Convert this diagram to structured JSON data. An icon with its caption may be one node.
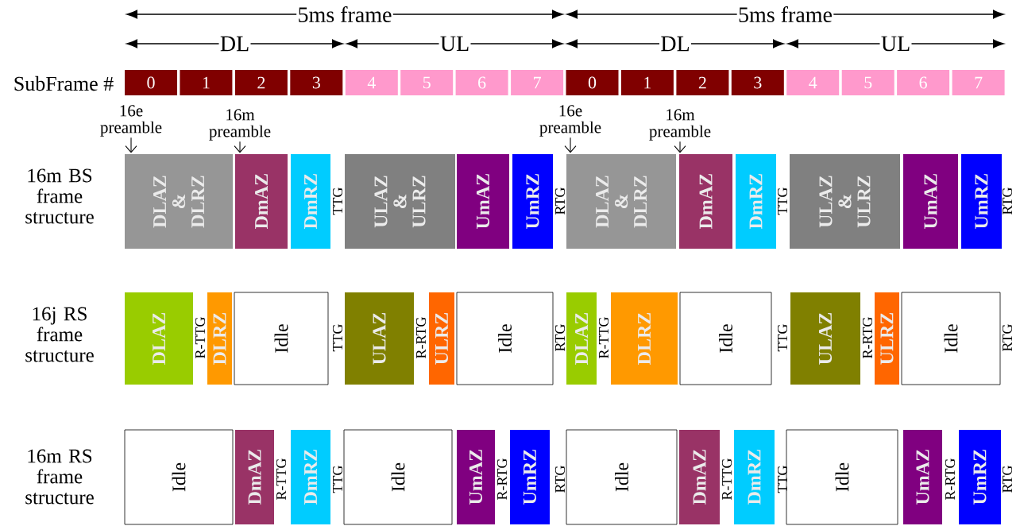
{
  "diagram": {
    "nodes": [
      {
        "text": [
          "0"
        ]
      },
      {
        "text": [
          "1"
        ]
      },
      {
        "text": [
          "2"
        ]
      },
      {
        "text": [
          "3"
        ]
      },
      {
        "text": [
          "4"
        ]
      },
      {
        "text": [
          "5"
        ]
      },
      {
        "text": [
          "6"
        ]
      },
      {
        "text": [
          "7"
        ]
      },
      {
        "text": [
          "0"
        ]
      },
      {
        "text": [
          "1"
        ]
      },
      {
        "text": [
          "2"
        ]
      },
      {
        "text": [
          "3"
        ]
      },
      {
        "text": [
          "4"
        ]
      },
      {
        "text": [
          "5"
        ]
      },
      {
        "text": [
          "6"
        ]
      },
      {
        "text": [
          "7"
        ]
      },
      {
        "text": [
          "16e preamble"
        ]
      },
      {
        "text": [
          "16m preamble"
        ]
      },
      {
        "text": [
          "16e preamble"
        ]
      },
      {
        "text": [
          "16m preamble"
        ]
      },
      {
        "text": [
          "DLAZ & DLRZ"
        ]
      },
      {
        "text": [
          "DmAZ"
        ]
      },
      {
        "text": [
          "DmRZ"
        ]
      },
      {
        "text": [
          "ULAZ & ULRZ"
        ]
      },
      {
        "text": [
          "UmAZ"
        ]
      },
      {
        "text": [
          "UmRZ"
        ]
      },
      {
        "text": [
          "DLAZ & DLRZ"
        ]
      },
      {
        "text": [
          "DmAZ"
        ]
      },
      {
        "text": [
          "DmRZ"
        ]
      },
      {
        "text": [
          "ULAZ & ULRZ"
        ]
      },
      {
        "text": [
          "UmAZ"
        ]
      },
      {
        "text": [
          "UmRZ"
        ]
      },
      {
        "text": [
          "DLAZ"
        ]
      },
      {
        "text": [
          "DLRZ"
        ]
      },
      {
        "text": [
          "Idle"
        ]
      },
      {
        "text": [
          "ULAZ"
        ]
      },
      {
        "text": [
          "ULRZ"
        ]
      },
      {
        "text": [
          "Idle"
        ]
      },
      {
        "text": [
          "DLAZ"
        ]
      },
      {
        "text": [
          "DLRZ"
        ]
      },
      {
        "text": [
          "Idle"
        ]
      },
      {
        "text": [
          "ULAZ"
        ]
      },
      {
        "text": [
          "ULRZ"
        ]
      },
      {
        "text": [
          "Idle"
        ]
      },
      {
        "text": [
          "Idle"
        ]
      },
      {
        "text": [
          "DmAZ"
        ]
      },
      {
        "text": [
          "DmRZ"
        ]
      },
      {
        "text": [
          "Idle"
        ]
      },
      {
        "text": [
          "UmAZ"
        ]
      },
      {
        "text": [
          "UmRZ"
        ]
      },
      {
        "text": [
          "Idle"
        ]
      },
      {
        "text": [
          "DmAZ"
        ]
      },
      {
        "text": [
          "DmRZ"
        ]
      },
      {
        "text": [
          "Idle"
        ]
      },
      {
        "text": [
          "UmAZ"
        ]
      },
      {
        "text": [
          "UmRZ"
        ]
      }
    ],
    "edges": [
      {
        "from": 16,
        "to": 20,
        "arrow": "to"
      },
      {
        "from": 17,
        "to": 21,
        "arrow": "to"
      },
      {
        "from": 18,
        "to": 26,
        "arrow": "to"
      },
      {
        "from": 19,
        "to": 27,
        "arrow": "to"
      }
    ],
    "labels": [
      "5ms frame",
      "5ms frame",
      "DL",
      "UL",
      "DL",
      "UL",
      "SubFrame #",
      "16m BS frame structure",
      "TTG",
      "RTG",
      "TTG",
      "RTG",
      "16j RS frame structure",
      "R-TTG",
      "TTG",
      "R-RTG",
      "RTG",
      "R-TTG",
      "TTG",
      "R-RTG",
      "RTG",
      "16m RS frame structure",
      "R-TTG",
      "TTG",
      "R-RTG",
      "RTG",
      "R-TTG",
      "TTG",
      "R-RTG",
      "RTG"
    ]
  }
}
